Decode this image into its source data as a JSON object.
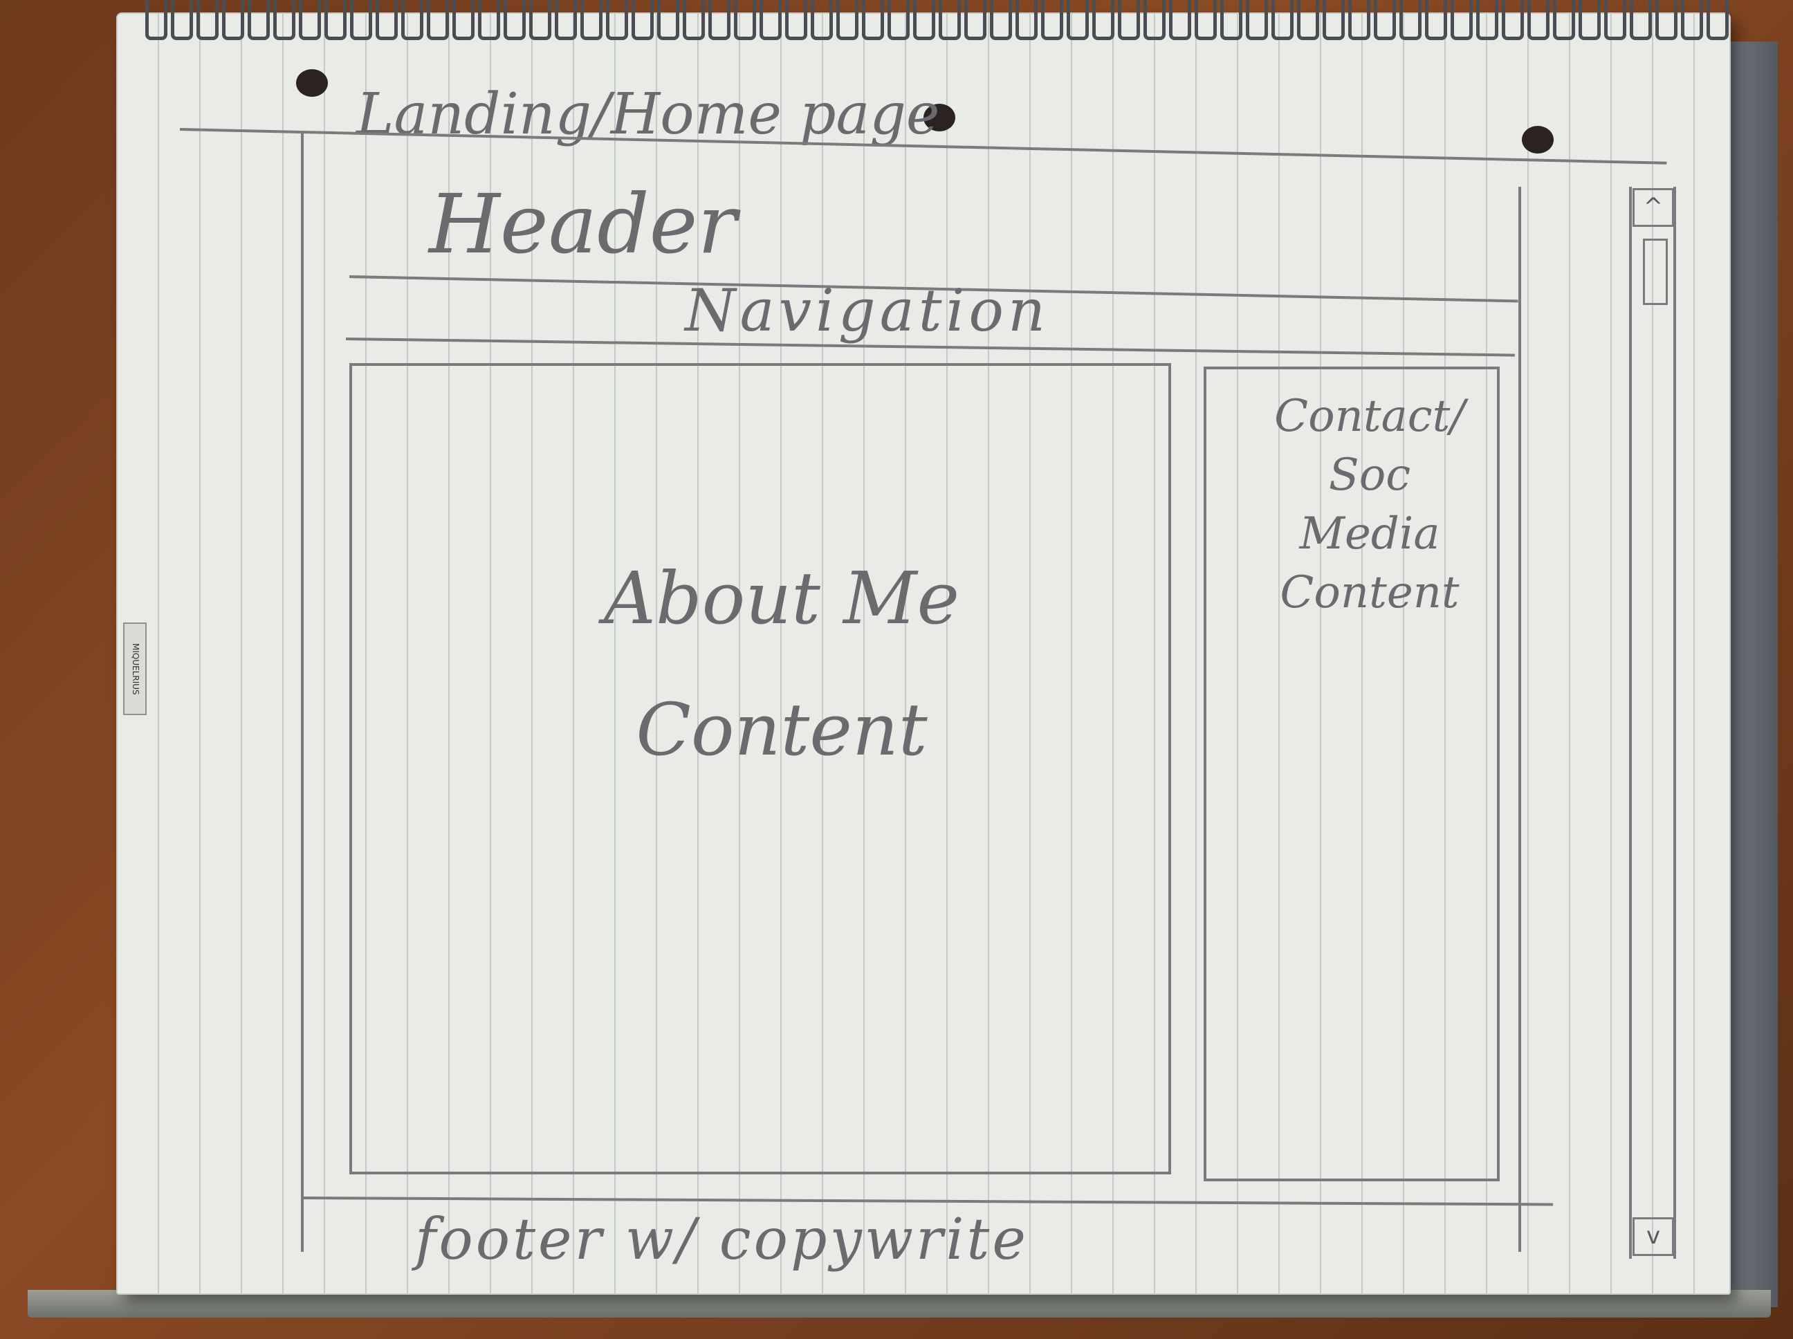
{
  "sketch": {
    "title": "Landing/Home page",
    "header": "Header",
    "navigation": "Navigation",
    "main_content": "About Me Content",
    "sidebar_content": "Contact/ Soc Media Content",
    "footer": "footer w/ copywrite",
    "scroll_up": "^",
    "scroll_down": "v"
  },
  "notebook": {
    "brand": "MIQUELRIUS"
  },
  "colors": {
    "paper": "#e9ece6",
    "pencil": "#7a7b7e",
    "desk": "#8a4a24"
  }
}
